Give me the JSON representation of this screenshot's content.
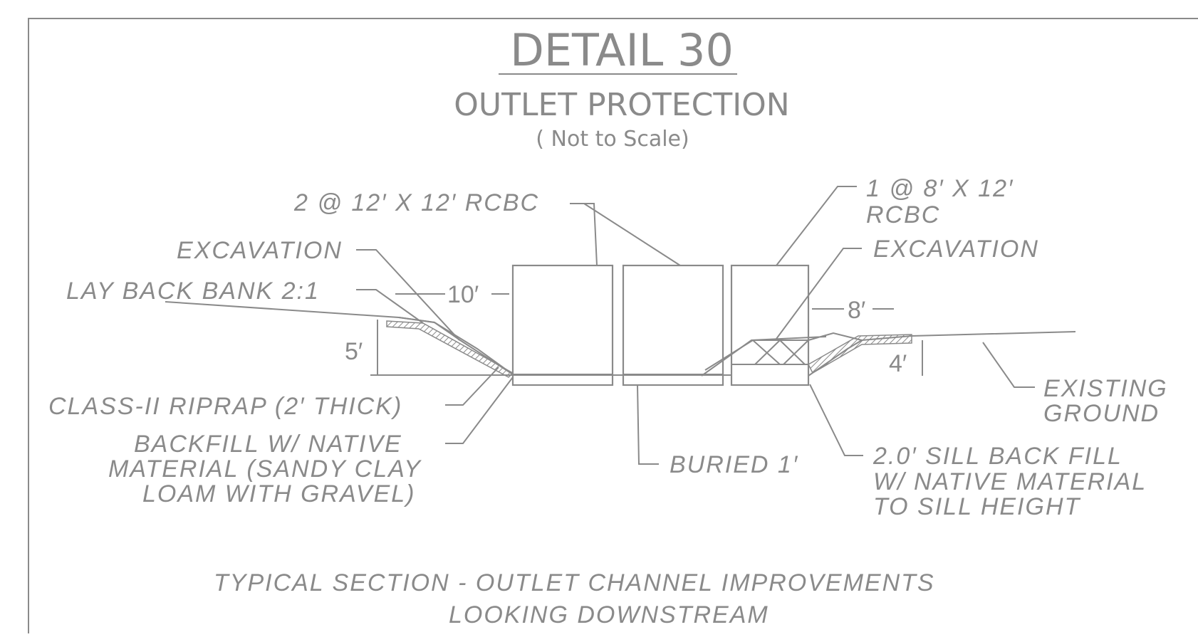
{
  "header": {
    "detail_title": "DETAIL 30",
    "subtitle": "OUTLET PROTECTION",
    "scale_note": "( Not to  Scale)"
  },
  "labels": {
    "rcbc_double": "2  @  12′ X  12′ RCBC",
    "rcbc_single_line1": "1 @  8′ X  12′",
    "rcbc_single_line2": "RCBC",
    "excavation_left": "EXCAVATION",
    "excavation_right": "EXCAVATION",
    "lay_back_bank": "LAY  BACK  BANK  2:1",
    "riprap": "CLASS-II RIPRAP  (2′ THICK)",
    "backfill_line1": "BACKFILL W/  NATIVE",
    "backfill_line2": "MATERIAL (SANDY CLAY",
    "backfill_line3": "LOAM  WITH  GRAVEL)",
    "buried": "BURIED  1′",
    "sill_line1": "2.0′ SILL  BACK  FILL",
    "sill_line2": "W/  NATIVE  MATERIAL",
    "sill_line3": "TO  SILL  HEIGHT",
    "existing_line1": "EXISTING",
    "existing_line2": "GROUND"
  },
  "dimensions": {
    "left_width": "10′",
    "left_height": "5′",
    "right_width": "8′",
    "right_height": "4′"
  },
  "caption": {
    "line1": "TYPICAL  SECTION  -  OUTLET  CHANNEL  IMPROVEMENTS",
    "line2": "LOOKING  DOWNSTREAM"
  },
  "colors": {
    "linework": "#8a8a8a",
    "background": "#ffffff"
  }
}
